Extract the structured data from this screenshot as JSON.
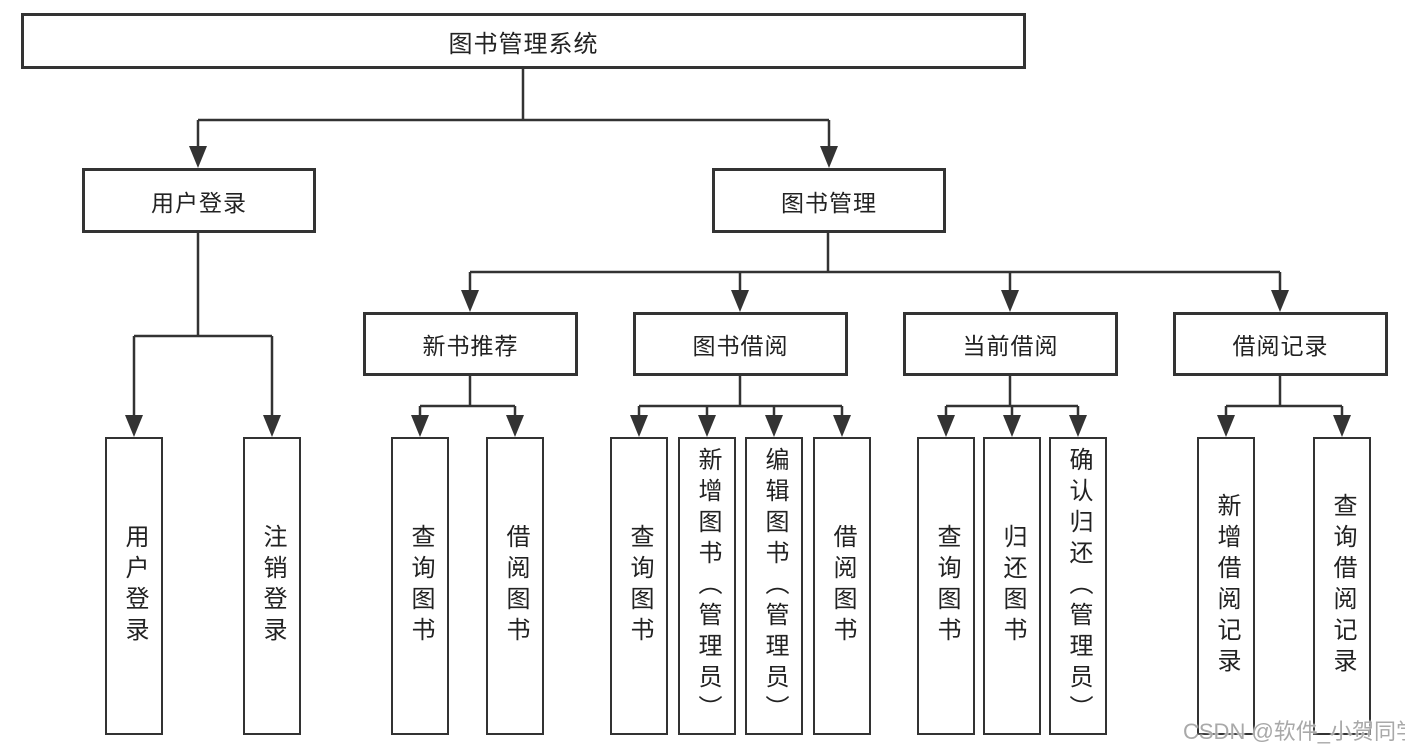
{
  "diagram": {
    "watermark": "CSDN @软件_小贺同学",
    "colors": {
      "line": "#333333",
      "box_border": "#333333",
      "text": "#222222",
      "watermark": "#a9a9a9",
      "background": "#ffffff"
    }
  },
  "nodes": {
    "root": "图书管理系统",
    "level2": [
      "用户登录",
      "图书管理"
    ],
    "login_children": [
      "用户登录",
      "注销登录"
    ],
    "sections": [
      {
        "label": "新书推荐",
        "children": [
          "查询图书",
          "借阅图书"
        ]
      },
      {
        "label": "图书借阅",
        "children": [
          "查询图书",
          "新增图书（管理员）",
          "编辑图书（管理员）",
          "借阅图书"
        ]
      },
      {
        "label": "当前借阅",
        "children": [
          "查询图书",
          "归还图书",
          "确认归还（管理员）"
        ]
      },
      {
        "label": "借阅记录",
        "children": [
          "新增借阅记录",
          "查询借阅记录"
        ]
      }
    ]
  }
}
